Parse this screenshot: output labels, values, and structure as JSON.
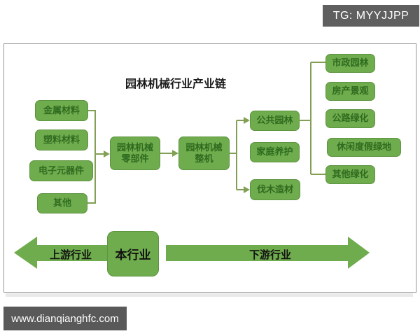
{
  "banner": {
    "text": "TG: MYYJJPP"
  },
  "footer": {
    "url": "www.dianqianghfc.com"
  },
  "diagram": {
    "title": "园林机械行业产业链",
    "upstream": {
      "items": [
        "金属材料",
        "塑料材料",
        "电子元器件",
        "其他"
      ]
    },
    "core": {
      "parts": {
        "line1": "园林机械",
        "line2": "零部件"
      },
      "machine": {
        "line1": "园林机械",
        "line2": "整机"
      }
    },
    "downstream": {
      "items": [
        "公共园林",
        "家庭养护",
        "伐木造材"
      ]
    },
    "applications": {
      "items": [
        "市政园林",
        "房产景观",
        "公路绿化",
        "休闲度假绿地",
        "其他绿化"
      ]
    },
    "flow": {
      "upstream_label": "上游行业",
      "core_label": "本行业",
      "downstream_label": "下游行业"
    },
    "colors": {
      "box_green": "#6fac4d",
      "box_text_green": "#2e6b1f",
      "connector_olive": "#82a055",
      "banner_gray": "#5f5f5f",
      "footer_gray": "#595959"
    }
  }
}
